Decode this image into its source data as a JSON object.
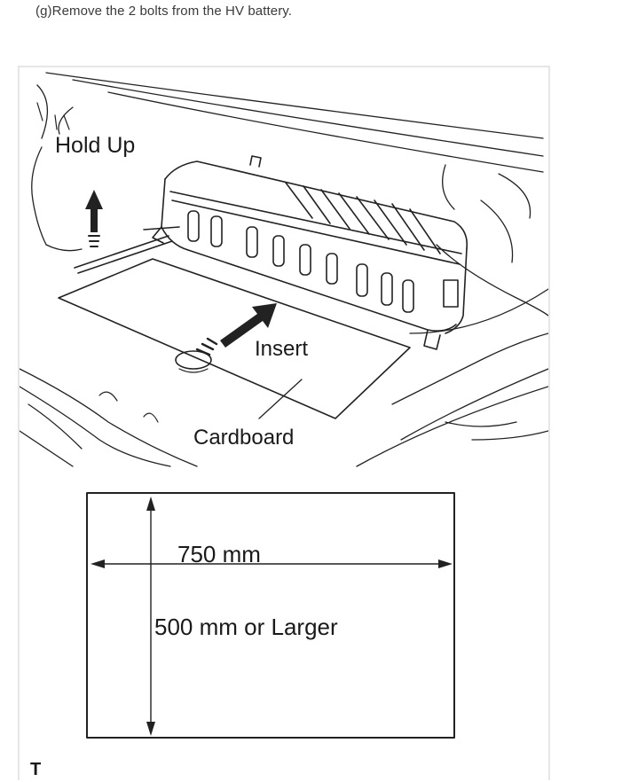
{
  "step": {
    "text": "(g)Remove the 2 bolts from the HV battery."
  },
  "figure": {
    "labels": {
      "hold_up": "Hold Up",
      "insert": "Insert",
      "cardboard": "Cardboard",
      "width": "750 mm",
      "height": "500 mm or Larger",
      "corner_mark": "T"
    }
  },
  "colors": {
    "line": "#222222",
    "border": "#e6e6e6",
    "text": "#333333"
  }
}
